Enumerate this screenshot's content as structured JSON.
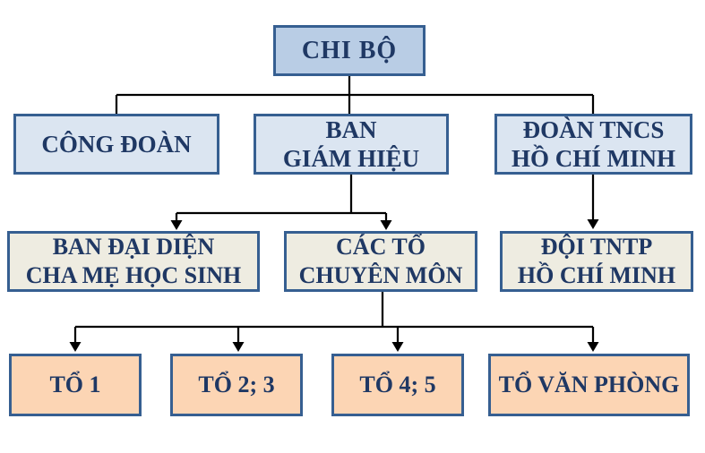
{
  "colors": {
    "level1_fill": "#b9cde5",
    "level2_fill": "#dbe5f1",
    "level3_fill": "#eeece1",
    "level4_fill": "#fcd5b4",
    "box_border": "#365f91",
    "text_color": "#1f3864",
    "line_color": "#000000"
  },
  "nodes": {
    "chi_bo": {
      "label": "CHI BỘ"
    },
    "cong_doan": {
      "label": "CÔNG ĐOÀN"
    },
    "ban_giam_hieu": {
      "label": "BAN\nGIÁM HIỆU"
    },
    "doan_tncs": {
      "label": "ĐOÀN TNCS\nHỒ CHÍ MINH"
    },
    "ban_dai_dien": {
      "label": "BAN ĐẠI DIỆN\nCHA MẸ HỌC SINH"
    },
    "cac_to": {
      "label": "CÁC TỔ\nCHUYÊN MÔN"
    },
    "doi_tntp": {
      "label": "ĐỘI TNTP\nHỒ CHÍ MINH"
    },
    "to_1": {
      "label": "TỔ 1"
    },
    "to_2_3": {
      "label": "TỔ 2; 3"
    },
    "to_4_5": {
      "label": "TỔ 4; 5"
    },
    "to_van_phong": {
      "label": "TỔ VĂN PHÒNG"
    }
  },
  "hierarchy": {
    "root": "CHI BỘ",
    "edges": [
      {
        "from": "CHI BỘ",
        "to": "CÔNG ĐOÀN"
      },
      {
        "from": "CHI BỘ",
        "to": "BAN GIÁM HIỆU"
      },
      {
        "from": "CHI BỘ",
        "to": "ĐOÀN TNCS HỒ CHÍ MINH"
      },
      {
        "from": "BAN GIÁM HIỆU",
        "to": "BAN ĐẠI DIỆN CHA MẸ HỌC SINH"
      },
      {
        "from": "BAN GIÁM HIỆU",
        "to": "CÁC TỔ CHUYÊN MÔN"
      },
      {
        "from": "ĐOÀN TNCS HỒ CHÍ MINH",
        "to": "ĐỘI TNTP HỒ CHÍ MINH"
      },
      {
        "from": "CÁC TỔ CHUYÊN MÔN",
        "to": "TỔ 1"
      },
      {
        "from": "CÁC TỔ CHUYÊN MÔN",
        "to": "TỔ 2; 3"
      },
      {
        "from": "CÁC TỔ CHUYÊN MÔN",
        "to": "TỔ 4; 5"
      },
      {
        "from": "CÁC TỔ CHUYÊN MÔN",
        "to": "TỔ VĂN PHÒNG"
      }
    ]
  }
}
